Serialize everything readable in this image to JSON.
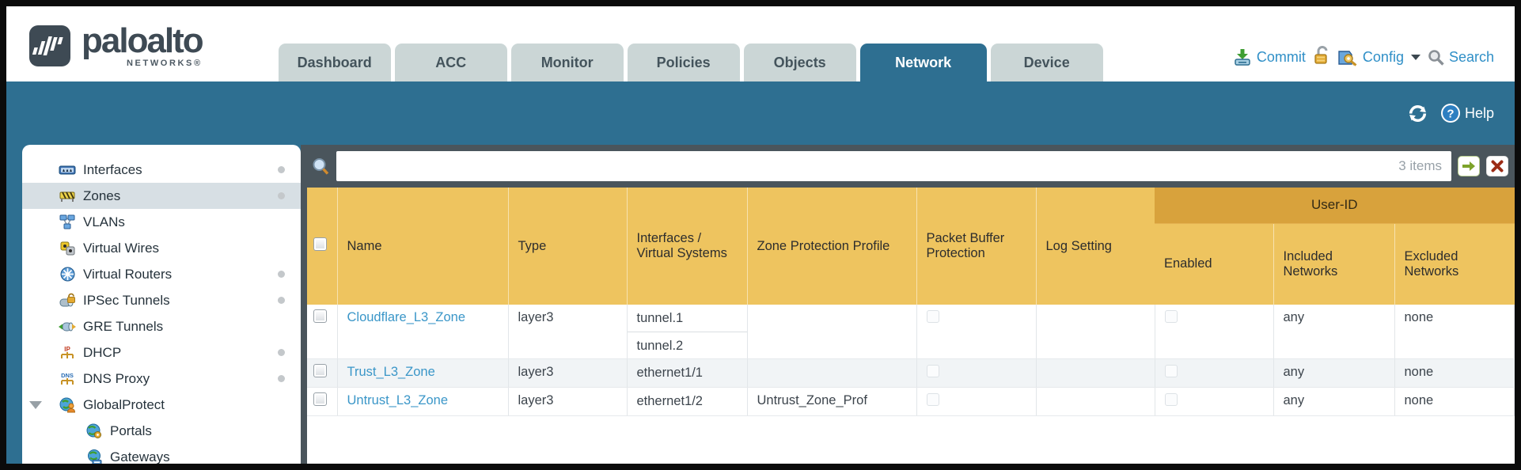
{
  "app": {
    "brand": "paloalto",
    "brand_sub": "NETWORKS®"
  },
  "tabs": [
    {
      "label": "Dashboard",
      "active": false
    },
    {
      "label": "ACC",
      "active": false
    },
    {
      "label": "Monitor",
      "active": false
    },
    {
      "label": "Policies",
      "active": false
    },
    {
      "label": "Objects",
      "active": false
    },
    {
      "label": "Network",
      "active": true
    },
    {
      "label": "Device",
      "active": false
    }
  ],
  "topbar_actions": {
    "commit_label": "Commit",
    "lock_icon": "lock-icon",
    "config_label": "Config",
    "search_label": "Search"
  },
  "band": {
    "refresh_icon": "refresh-icon",
    "help_icon": "help-icon",
    "help_label": "Help"
  },
  "sidebar": {
    "items": [
      {
        "label": "Interfaces",
        "icon": "interfaces-icon",
        "dot": true,
        "selected": false,
        "child": false
      },
      {
        "label": "Zones",
        "icon": "zones-icon",
        "dot": true,
        "selected": true,
        "child": false
      },
      {
        "label": "VLANs",
        "icon": "vlans-icon",
        "dot": false,
        "selected": false,
        "child": false
      },
      {
        "label": "Virtual Wires",
        "icon": "virtual-wires-icon",
        "dot": false,
        "selected": false,
        "child": false
      },
      {
        "label": "Virtual Routers",
        "icon": "virtual-routers-icon",
        "dot": true,
        "selected": false,
        "child": false
      },
      {
        "label": "IPSec Tunnels",
        "icon": "ipsec-tunnels-icon",
        "dot": true,
        "selected": false,
        "child": false
      },
      {
        "label": "GRE Tunnels",
        "icon": "gre-tunnels-icon",
        "dot": false,
        "selected": false,
        "child": false
      },
      {
        "label": "DHCP",
        "icon": "dhcp-icon",
        "dot": true,
        "selected": false,
        "child": false
      },
      {
        "label": "DNS Proxy",
        "icon": "dns-proxy-icon",
        "dot": true,
        "selected": false,
        "child": false
      },
      {
        "label": "GlobalProtect",
        "icon": "globalprotect-icon",
        "dot": false,
        "selected": false,
        "child": false,
        "expanded": true
      },
      {
        "label": "Portals",
        "icon": "portals-icon",
        "dot": false,
        "selected": false,
        "child": true
      },
      {
        "label": "Gateways",
        "icon": "gateways-icon",
        "dot": false,
        "selected": false,
        "child": true
      }
    ]
  },
  "filterbar": {
    "search_value": "",
    "count_text": "3 items"
  },
  "table": {
    "group_header": "User-ID",
    "columns": [
      "Name",
      "Type",
      "Interfaces / Virtual Systems",
      "Zone Protection Profile",
      "Packet Buffer Protection",
      "Log Setting",
      "Enabled",
      "Included Networks",
      "Excluded Networks"
    ],
    "rows": [
      {
        "name": "Cloudflare_L3_Zone",
        "type": "layer3",
        "interfaces": [
          "tunnel.1",
          "tunnel.2"
        ],
        "zone_protection_profile": "",
        "packet_buffer_protection": false,
        "log_setting": "",
        "enabled": false,
        "included_networks": "any",
        "excluded_networks": "none"
      },
      {
        "name": "Trust_L3_Zone",
        "type": "layer3",
        "interfaces": [
          "ethernet1/1"
        ],
        "zone_protection_profile": "",
        "packet_buffer_protection": false,
        "log_setting": "",
        "enabled": false,
        "included_networks": "any",
        "excluded_networks": "none"
      },
      {
        "name": "Untrust_L3_Zone",
        "type": "layer3",
        "interfaces": [
          "ethernet1/2"
        ],
        "zone_protection_profile": "Untrust_Zone_Prof",
        "packet_buffer_protection": false,
        "log_setting": "",
        "enabled": false,
        "included_networks": "any",
        "excluded_networks": "none"
      }
    ]
  },
  "colors": {
    "teal": "#2e6f91",
    "header_amber": "#eec45f",
    "userid_amber": "#d8a23c",
    "filterbar_gray": "#4a555c",
    "link_blue": "#3a96c8",
    "action_blue": "#2f8fc7",
    "tab_inactive": "#cbd6d6",
    "selected_row": "#d7dfe4",
    "stripe_row": "#f1f4f6"
  }
}
